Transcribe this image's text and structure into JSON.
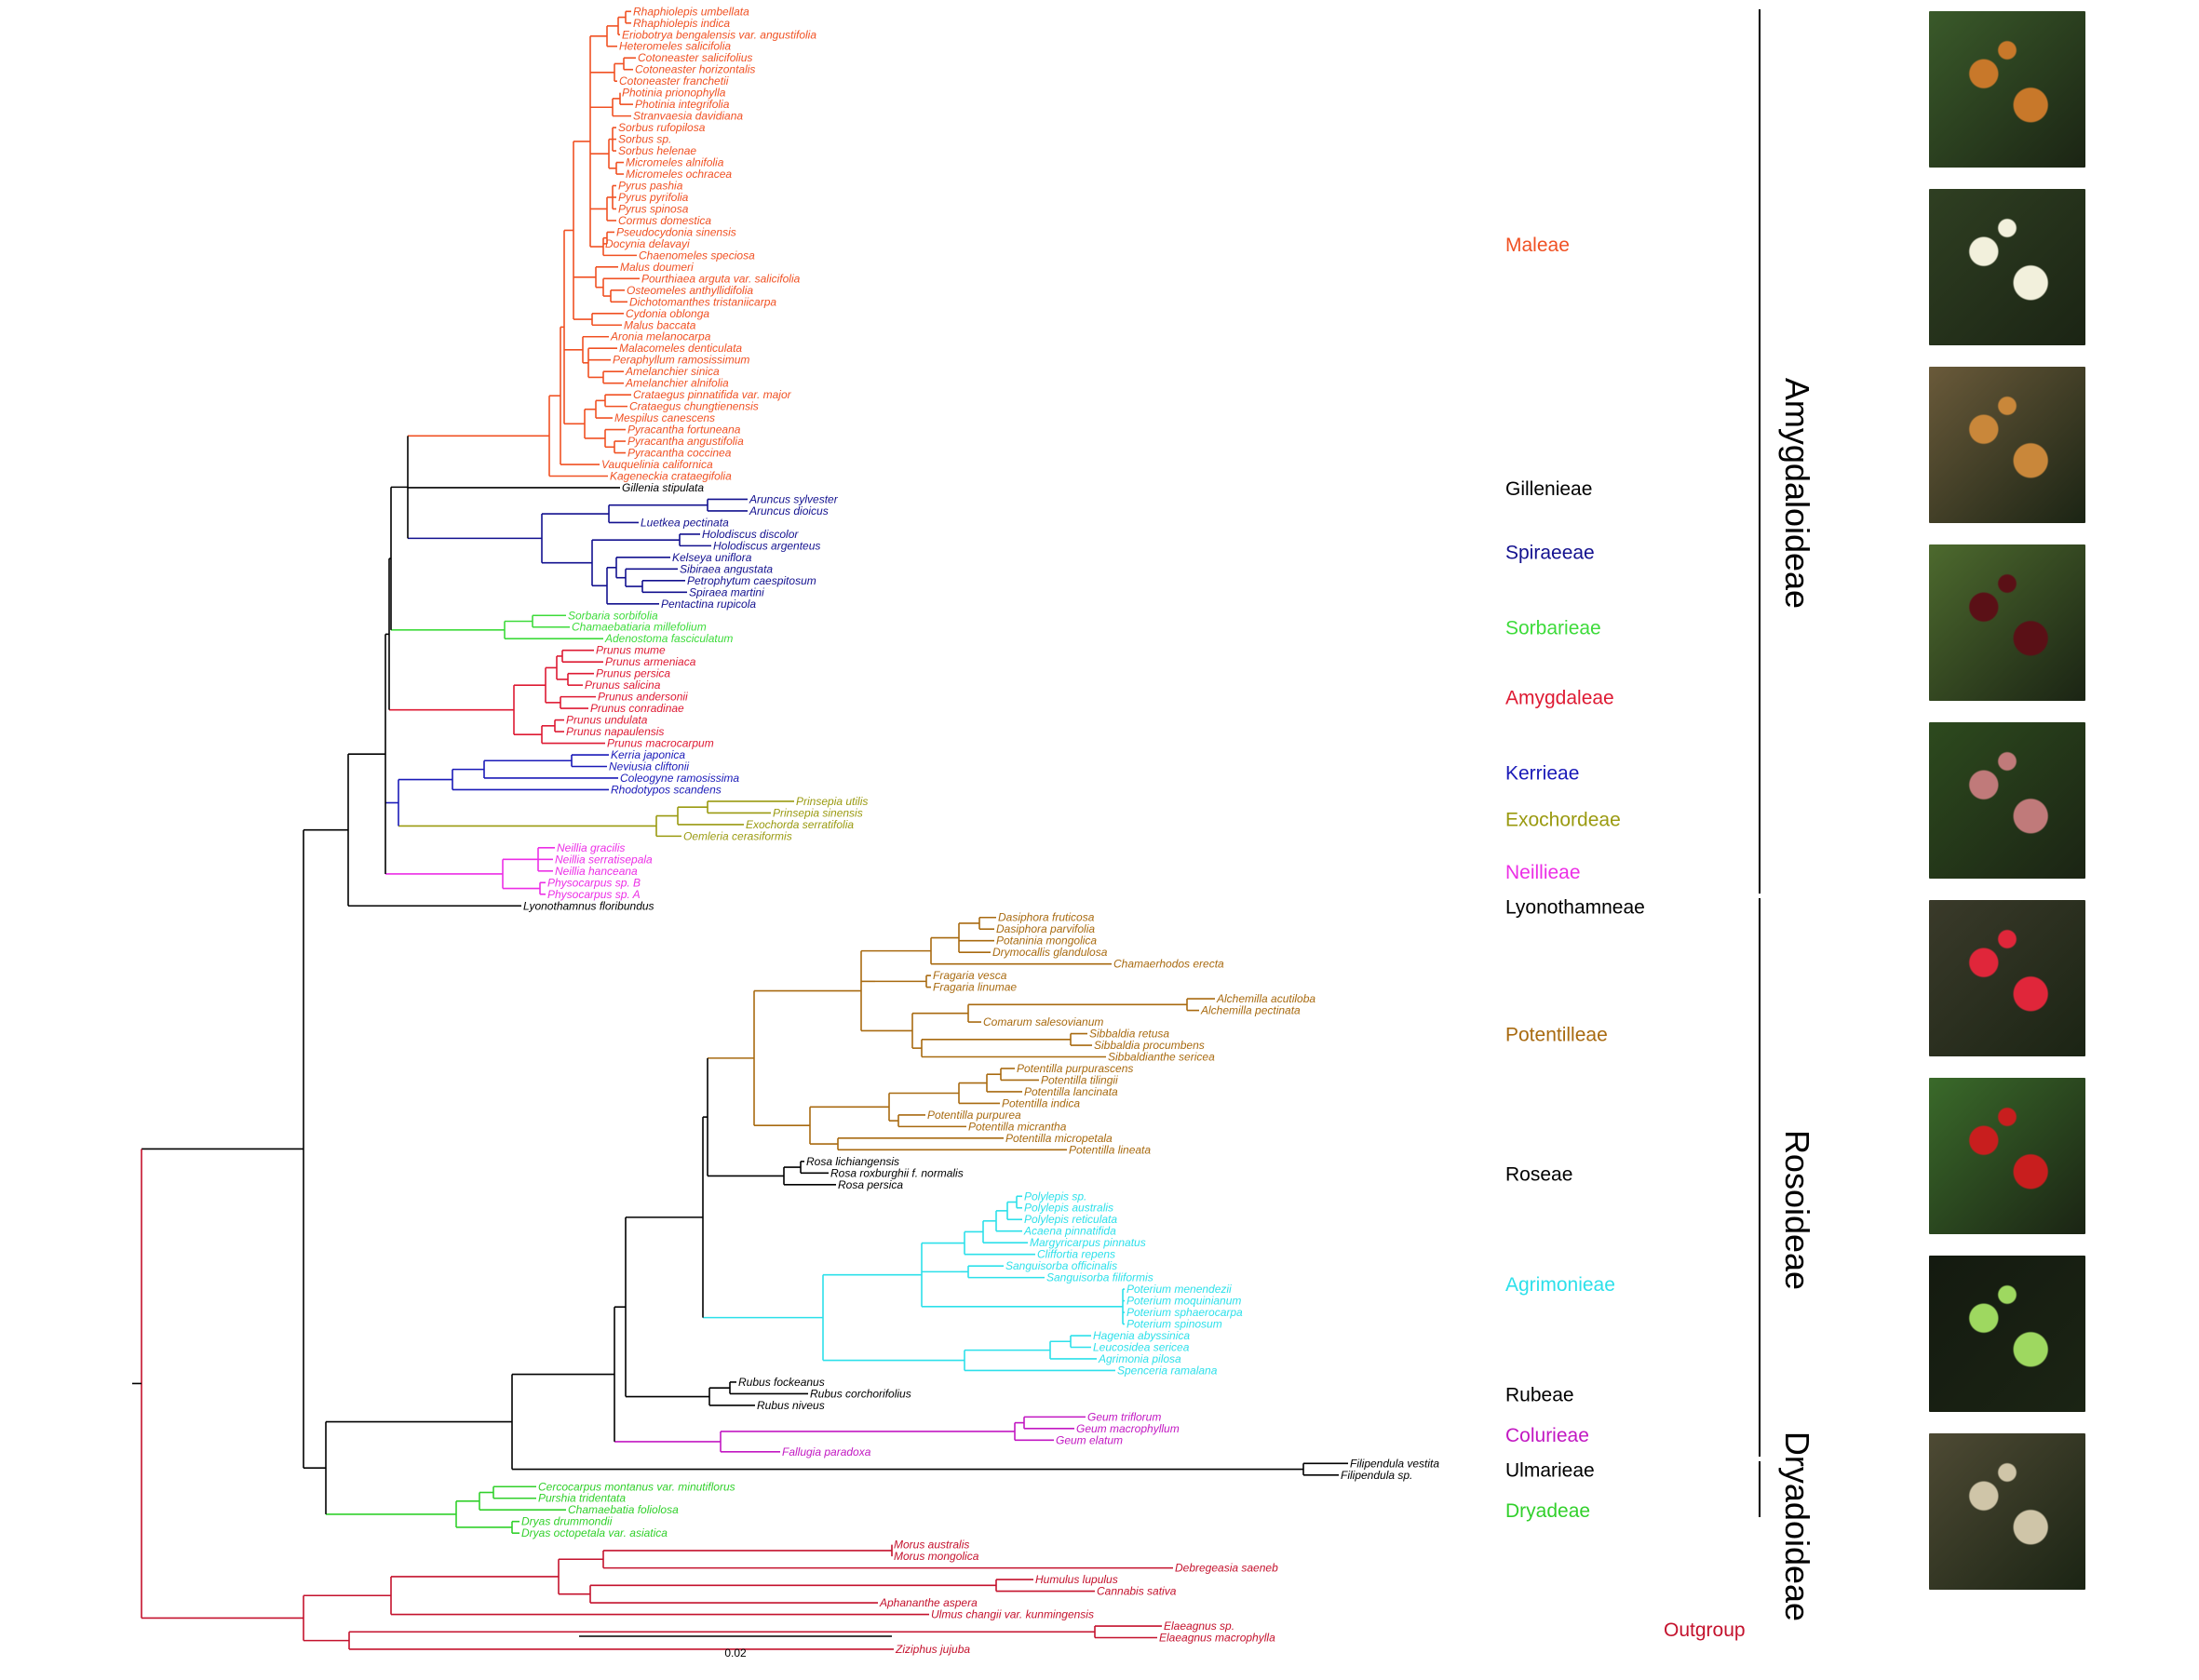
{
  "colors": {
    "Maleae": "#f05123",
    "Gillenieae": "#000000",
    "Spiraeeae": "#13118f",
    "Sorbarieae": "#3ddb3a",
    "Amygdaleae": "#de1a33",
    "Kerrieae": "#1a1ab8",
    "Exochordeae": "#9a9a10",
    "Neillieae": "#ec2fe6",
    "Lyonothamneae": "#000000",
    "Potentilleae": "#a86a10",
    "Roseae": "#000000",
    "Agrimonieae": "#2de0ea",
    "Rubeae": "#000000",
    "Colurieae": "#c218c2",
    "Ulmarieae": "#000000",
    "Dryadeae": "#31d02b",
    "Outgroup": "#c4122d"
  },
  "clades": [
    {
      "name": "Maleae",
      "taxa": [
        "Rhaphiolepis umbellata",
        "Rhaphiolepis indica",
        "Eriobotrya bengalensis var. angustifolia",
        "Heteromeles salicifolia",
        "Cotoneaster salicifolius",
        "Cotoneaster horizontalis",
        "Cotoneaster franchetii",
        "Photinia prionophylla",
        "Photinia integrifolia",
        "Stranvaesia davidiana",
        "Sorbus rufopilosa",
        "Sorbus sp.",
        "Sorbus helenae",
        "Micromeles alnifolia",
        "Micromeles ochracea",
        "Pyrus pashia",
        "Pyrus pyrifolia",
        "Pyrus spinosa",
        "Cormus domestica",
        "Pseudocydonia sinensis",
        "Docynia delavayi",
        "Chaenomeles speciosa",
        "Malus doumeri",
        "Pourthiaea arguta var. salicifolia",
        "Osteomeles anthyllidifolia",
        "Dichotomanthes tristaniicarpa",
        "Cydonia oblonga",
        "Malus baccata",
        "Aronia melanocarpa",
        "Malacomeles denticulata",
        "Peraphyllum ramosissimum",
        "Amelanchier sinica",
        "Amelanchier alnifolia",
        "Crataegus pinnatifida var. major",
        "Crataegus chungtienensis",
        "Mespilus canescens",
        "Pyracantha fortuneana",
        "Pyracantha angustifolia",
        "Pyracantha coccinea",
        "Vauquelinia californica",
        "Kageneckia crataegifolia"
      ]
    },
    {
      "name": "Gillenieae",
      "taxa": [
        "Gillenia stipulata"
      ]
    },
    {
      "name": "Spiraeeae",
      "taxa": [
        "Aruncus sylvester",
        "Aruncus dioicus",
        "Luetkea pectinata",
        "Holodiscus discolor",
        "Holodiscus argenteus",
        "Kelseya uniflora",
        "Sibiraea angustata",
        "Petrophytum caespitosum",
        "Spiraea martini",
        "Pentactina rupicola"
      ]
    },
    {
      "name": "Sorbarieae",
      "taxa": [
        "Sorbaria sorbifolia",
        "Chamaebatiaria millefolium",
        "Adenostoma fasciculatum"
      ]
    },
    {
      "name": "Amygdaleae",
      "taxa": [
        "Prunus mume",
        "Prunus armeniaca",
        "Prunus persica",
        "Prunus salicina",
        "Prunus andersonii",
        "Prunus conradinae",
        "Prunus undulata",
        "Prunus napaulensis",
        "Prunus macrocarpum"
      ]
    },
    {
      "name": "Kerrieae",
      "taxa": [
        "Kerria japonica",
        "Neviusia cliftonii",
        "Coleogyne ramosissima",
        "Rhodotypos scandens"
      ]
    },
    {
      "name": "Exochordeae",
      "taxa": [
        "Prinsepia utilis",
        "Prinsepia sinensis",
        "Exochorda serratifolia",
        "Oemleria cerasiformis"
      ]
    },
    {
      "name": "Neillieae",
      "taxa": [
        "Neillia gracilis",
        "Neillia serratisepala",
        "Neillia hanceana",
        "Physocarpus sp. B",
        "Physocarpus sp. A"
      ]
    },
    {
      "name": "Lyonothamneae",
      "taxa": [
        "Lyonothamnus floribundus"
      ]
    },
    {
      "name": "Potentilleae",
      "taxa": [
        "Dasiphora fruticosa",
        "Dasiphora parvifolia",
        "Potaninia mongolica",
        "Drymocallis glandulosa",
        "Chamaerhodos erecta",
        "Fragaria vesca",
        "Fragaria linumae",
        "Alchemilla acutiloba",
        "Alchemilla pectinata",
        "Comarum salesovianum",
        "Sibbaldia retusa",
        "Sibbaldia procumbens",
        "Sibbaldianthe sericea",
        "Potentilla purpurascens",
        "Potentilla tilingii",
        "Potentilla lancinata",
        "Potentilla indica",
        "Potentilla purpurea",
        "Potentilla micrantha",
        "Potentilla micropetala",
        "Potentilla lineata"
      ]
    },
    {
      "name": "Roseae",
      "taxa": [
        "Rosa lichiangensis",
        "Rosa roxburghii f. normalis",
        "Rosa persica"
      ]
    },
    {
      "name": "Agrimonieae",
      "taxa": [
        "Polylepis sp.",
        "Polylepis australis",
        "Polylepis reticulata",
        "Acaena pinnatifida",
        "Margyricarpus pinnatus",
        "Cliffortia repens",
        "Sanguisorba officinalis",
        "Sanguisorba filiformis",
        "Poterium menendezii",
        "Poterium moquinianum",
        "Poterium sphaerocarpa",
        "Poterium spinosum",
        "Hagenia abyssinica",
        "Leucosidea sericea",
        "Agrimonia pilosa",
        "Spenceria ramalana"
      ]
    },
    {
      "name": "Rubeae",
      "taxa": [
        "Rubus fockeanus",
        "Rubus corchorifolius",
        "Rubus niveus"
      ]
    },
    {
      "name": "Colurieae",
      "taxa": [
        "Geum triflorum",
        "Geum macrophyllum",
        "Geum elatum",
        "Fallugia paradoxa"
      ]
    },
    {
      "name": "Ulmarieae",
      "taxa": [
        "Filipendula vestita",
        "Filipendula sp."
      ]
    },
    {
      "name": "Dryadeae",
      "taxa": [
        "Cercocarpus montanus var. minutiflorus",
        "Purshia tridentata",
        "Chamaebatia foliolosa",
        "Dryas drummondii",
        "Dryas octopetala var. asiatica"
      ]
    },
    {
      "name": "Outgroup",
      "taxa": [
        "Morus australis",
        "Morus mongolica",
        "Debregeasia saeneb",
        "Humulus lupulus",
        "Cannabis sativa",
        "Aphananthe aspera",
        "Ulmus changii var. kunmingensis",
        "Elaeagnus sp.",
        "Elaeagnus macrophylla",
        "Ziziphus jujuba"
      ]
    }
  ],
  "subfamilies": [
    "Amygdaloideae",
    "Rosoideae",
    "Dryadoideae"
  ],
  "scale_bar": {
    "label": "0.02",
    "value": 0.02
  },
  "photos": [
    {
      "subject": "loquat-fruits",
      "bg": "#3a5a2a",
      "accent": "#c8782a"
    },
    {
      "subject": "white-flower",
      "bg": "#2f3f22",
      "accent": "#f2f0dc"
    },
    {
      "subject": "orange-inflorescence",
      "bg": "#6a5a3a",
      "accent": "#c9873a"
    },
    {
      "subject": "cherries",
      "bg": "#4d6a2e",
      "accent": "#5a1016"
    },
    {
      "subject": "hanging-fruits",
      "bg": "#2d4a1e",
      "accent": "#c07a7a"
    },
    {
      "subject": "red-berries",
      "bg": "#3a3a2a",
      "accent": "#e0263a"
    },
    {
      "subject": "rose-hips",
      "bg": "#3a6a2a",
      "accent": "#c81e1e"
    },
    {
      "subject": "geum-seedhead",
      "bg": "#141a10",
      "accent": "#9ed860"
    },
    {
      "subject": "feathery-plumes",
      "bg": "#4e4a34",
      "accent": "#cfc5a8"
    }
  ]
}
